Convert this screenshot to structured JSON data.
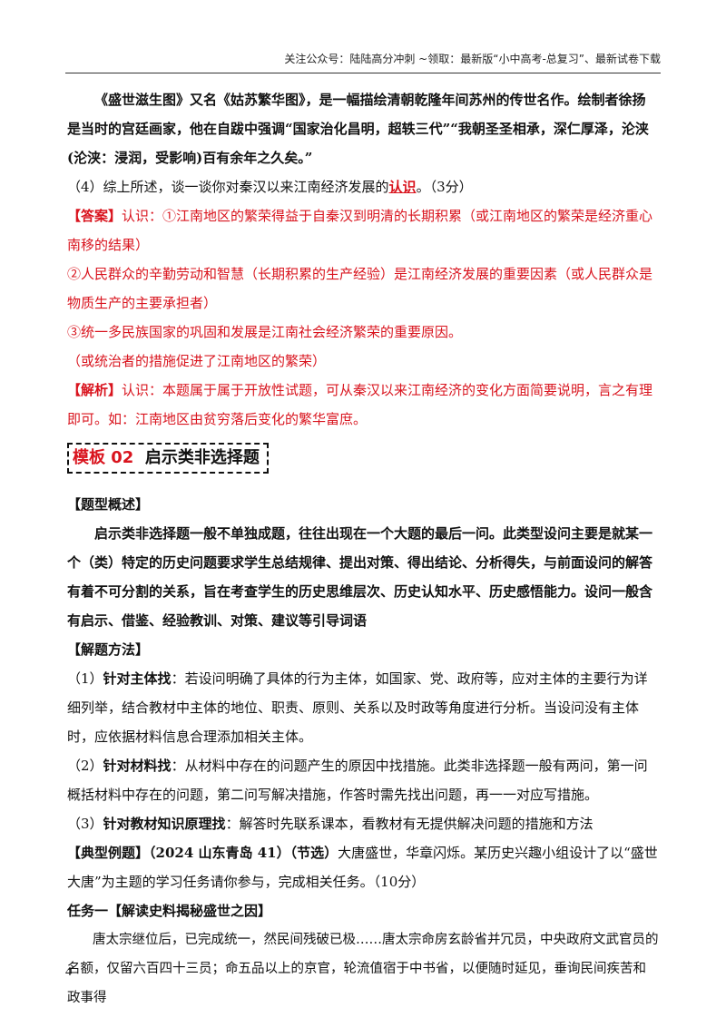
{
  "header": {
    "text": "关注公众号：陆陆高分冲刺 ~领取：最新版“小中高考-总复习”、最新试卷下载"
  },
  "intro_para": "《盛世滋生图》又名《姑苏繁华图》，是一幅描绘清朝乾隆年间苏州的传世名作。绘制者徐扬是当时的宫廷画家，他在自跋中强调“国家治化昌明，超轶三代”“我朝圣圣相承，深仁厚泽，沦浃(沦浃：浸润，受影响)百有余年之久矣。”",
  "q4": {
    "prefix": "（4）综上所述，谈一谈你对秦汉以来江南经济发展的",
    "keyword": "认识",
    "suffix": "。（3分）"
  },
  "answer": {
    "label": "【答案】",
    "lines": [
      "认识：①江南地区的繁荣得益于自秦汉到明清的长期积累（或江南地区的繁荣是经济重心南移的结果）",
      "②人民群众的辛勤劳动和智慧（长期积累的生产经验）是江南经济发展的重要因素（或人民群众是物质生产的主要承担者）",
      "③统一多民族国家的巩固和发展是江南社会经济繁荣的重要原因。",
      "（或统治者的措施促进了江南地区的繁荣）"
    ]
  },
  "analysis": {
    "label": "【解析】",
    "text": "认识：本题属于属于开放性试题，可从秦汉以来江南经济的变化方面简要说明，言之有理即可。如：江南地区由贫穷落后变化的繁华富庶。"
  },
  "section": {
    "tag": "模板 02",
    "title": "启示类非选择题"
  },
  "overview": {
    "heading": "【题型概述】",
    "text": "启示类非选择题一般不单独成题，往往出现在一个大题的最后一问。此类型设问主要是就某一个（类）特定的历史问题要求学生总结规律、提出对策、得出结论、分析得失，与前面设问的解答有着不可分割的关系，旨在考查学生的历史思维层次、历史认知水平、历史感悟能力。设问一般含有启示、借鉴、经验教训、对策、建议等引导词语"
  },
  "method": {
    "heading": "【解题方法】",
    "items": [
      {
        "num": "（1）",
        "title": "针对主体找",
        "text": "：若设问明确了具体的行为主体，如国家、党、政府等，应对主体的主要行为详细列举，结合教材中主体的地位、职责、原则、关系以及时政等角度进行分析。当设问没有主体时，应依据材料信息合理添加相关主体。"
      },
      {
        "num": "（2）",
        "title": "针对材料找",
        "text": "：从材料中存在的问题产生的原因中找措施。此类非选择题一般有两问，第一问概括材料中存在的问题，第二问写解决措施，作答时需先找出问题，再一一对应写措施。"
      },
      {
        "num": "（3）",
        "title": "针对教材知识原理找",
        "text": "：解答时先联系课本，看教材有无提供解决问题的措施和方法"
      }
    ]
  },
  "example": {
    "label": "【典型例题】",
    "source": "（2024 山东青岛 41）（节选）",
    "text": "大唐盛世，华章闪烁。某历史兴趣小组设计了以“盛世大唐”为主题的学习任务请你参与，完成相关任务。（10分）"
  },
  "task1": {
    "title": "任务一【解读史料揭秘盛世之因】"
  },
  "quote": "唐太宗继位后，已完成统一，然民间残破已极……唐太宗命房玄龄省并冗员，中央政府文武官员的名额，仅留六百四十三员；命五品以上的京官，轮流值宿于中书省，以便随时延见，垂询民间疾苦和政事得",
  "page_number": "4"
}
